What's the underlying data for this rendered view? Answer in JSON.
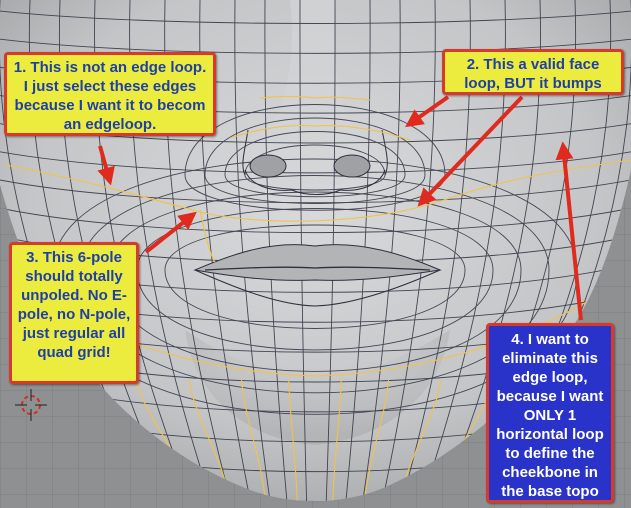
{
  "notes": {
    "note1": "1. This is not an edge loop. I just select these edges because I want it to becom an edgeloop.",
    "note2": "2. This a valid face loop, BUT it bumps",
    "note3": "3. This 6-pole should totally unpoled. No E-pole, no N-pole, just regular all quad grid!",
    "note4": "4. I want to eliminate this edge loop, because I want ONLY 1 horizontal loop to define the cheekbone in the base topo"
  },
  "colors": {
    "background": "#8e9092",
    "mesh_surface": "#c8c9ca",
    "wireframe": "#2c2f3e",
    "selected_edge": "#f2c24b",
    "note_border": "#d63a2c",
    "note_yellow_bg": "#ecec3f",
    "note_yellow_text": "#1f3fa8",
    "note_blue_bg": "#2a33c9",
    "note_blue_text": "#ffffff",
    "arrow": "#e02a1d",
    "cursor": "#d62a20"
  },
  "icons": {
    "cursor": "3d-cursor-icon"
  }
}
